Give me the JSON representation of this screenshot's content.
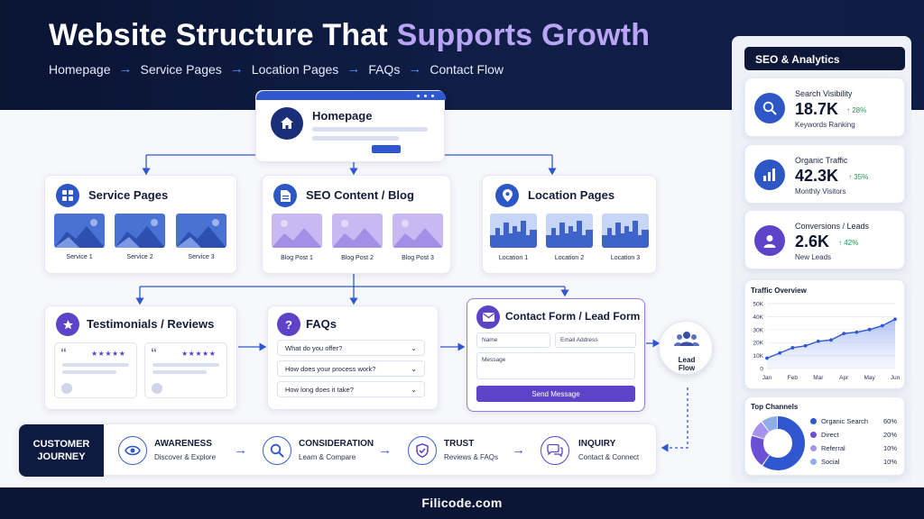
{
  "header": {
    "title_main": "Website Structure That ",
    "title_accent": "Supports Growth",
    "breadcrumb": [
      "Homepage",
      "Service Pages",
      "Location Pages",
      "FAQs",
      "Contact Flow"
    ],
    "breadcrumb_separator": "→"
  },
  "homepage": {
    "title": "Homepage",
    "icon": "house-icon"
  },
  "sections": {
    "service": {
      "title": "Service Pages",
      "icon": "grid-icon",
      "items": [
        "Service 1",
        "Service 2",
        "Service 3"
      ]
    },
    "seo": {
      "title": "SEO Content / Blog",
      "icon": "document-icon",
      "items": [
        "Blog Post 1",
        "Blog Post 2",
        "Blog Post 3"
      ]
    },
    "location": {
      "title": "Location Pages",
      "icon": "map-pin-icon",
      "items": [
        "Location 1",
        "Location 2",
        "Location 3"
      ]
    }
  },
  "testimonials": {
    "title": "Testimonials / Reviews",
    "icon": "star-icon",
    "stars": "★★★★★",
    "quote": "“"
  },
  "faqs": {
    "title": "FAQs",
    "icon": "question-icon",
    "questions": [
      "What do you offer?",
      "How does your process work?",
      "How long does it take?"
    ]
  },
  "contact_form": {
    "title": "Contact Form / Lead Form",
    "icon": "mail-icon",
    "name_placeholder": "Name",
    "email_placeholder": "Email Address",
    "message_placeholder": "Message",
    "submit_label": "Send Message"
  },
  "lead_flow": {
    "label_line1": "Lead",
    "label_line2": "Flow",
    "icon": "users-icon"
  },
  "journey": {
    "label_line1": "CUSTOMER",
    "label_line2": "JOURNEY",
    "stages": [
      {
        "title": "AWARENESS",
        "subtitle": "Discover & Explore",
        "icon": "eye-icon"
      },
      {
        "title": "CONSIDERATION",
        "subtitle": "Learn & Compare",
        "icon": "search-icon"
      },
      {
        "title": "TRUST",
        "subtitle": "Reviews & FAQs",
        "icon": "shield-check-icon"
      },
      {
        "title": "INQUIRY",
        "subtitle": "Contact & Connect",
        "icon": "chat-icon"
      }
    ]
  },
  "analytics": {
    "title": "SEO & Analytics",
    "metrics": [
      {
        "label": "Search Visibility",
        "value": "18.7K",
        "change": "↑ 28%",
        "sub": "Keywords Ranking",
        "icon": "search-icon"
      },
      {
        "label": "Organic Traffic",
        "value": "42.3K",
        "change": "↑ 35%",
        "sub": "Monthly Visitors",
        "icon": "bar-chart-icon"
      },
      {
        "label": "Conversions / Leads",
        "value": "2.6K",
        "change": "↑ 42%",
        "sub": "New Leads",
        "icon": "user-icon"
      }
    ]
  },
  "colors": {
    "accent_blue": "#2f58d0",
    "accent_purple": "#5d43c8",
    "navy": "#0b1535",
    "growth_green": "#1f9d55"
  },
  "footer": {
    "text": "Filicode.com"
  },
  "chart_data": [
    {
      "type": "area",
      "title": "Traffic Overview",
      "categories": [
        "Jan",
        "Feb",
        "Mar",
        "Apr",
        "May",
        "Jun"
      ],
      "x": [
        0,
        0.5,
        1,
        1.5,
        2,
        2.5,
        3,
        3.5,
        4,
        4.5,
        5
      ],
      "values": [
        8,
        12,
        16,
        17.5,
        21,
        22,
        27,
        28,
        30,
        33,
        38
      ],
      "y_ticks": [
        "0",
        "10K",
        "20K",
        "30K",
        "40K",
        "50K"
      ],
      "ylim": [
        0,
        50
      ],
      "grid": true
    },
    {
      "type": "pie",
      "title": "Top Channels",
      "labels": [
        "Organic Search",
        "Direct",
        "Referral",
        "Social"
      ],
      "values": [
        60,
        20,
        10,
        10
      ],
      "display_values": [
        "60%",
        "20%",
        "10%",
        "10%"
      ],
      "colors": [
        "#2f58d0",
        "#6d4fd6",
        "#a793ec",
        "#8eaee8"
      ],
      "legend_position": "right"
    }
  ]
}
